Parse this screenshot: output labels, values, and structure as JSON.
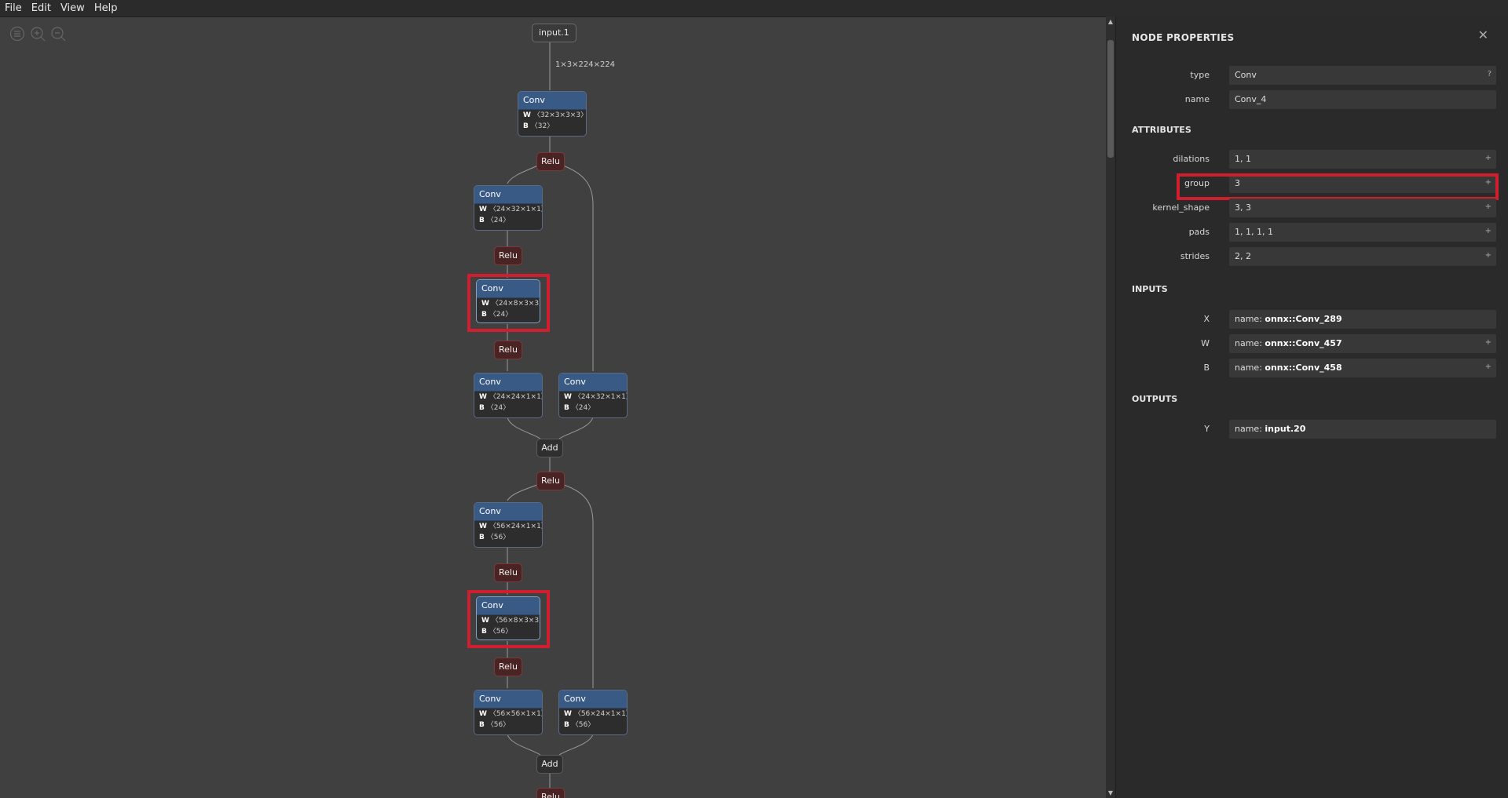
{
  "menu": {
    "file": "File",
    "edit": "Edit",
    "view": "View",
    "help": "Help"
  },
  "graph": {
    "input_label": "input.1",
    "input_shape": "1×3×224×224",
    "nodes": [
      {
        "type": "Conv",
        "w": "〈32×3×3×3〉",
        "b": "〈32〉"
      },
      {
        "type": "Conv",
        "w": "〈24×32×1×1〉",
        "b": "〈24〉"
      },
      {
        "type": "Conv",
        "w": "〈24×8×3×3〉",
        "b": "〈24〉"
      },
      {
        "type": "Conv",
        "w": "〈24×24×1×1〉",
        "b": "〈24〉"
      },
      {
        "type": "Conv",
        "w": "〈24×32×1×1〉",
        "b": "〈24〉"
      },
      {
        "type": "Conv",
        "w": "〈56×24×1×1〉",
        "b": "〈56〉"
      },
      {
        "type": "Conv",
        "w": "〈56×8×3×3〉",
        "b": "〈56〉"
      },
      {
        "type": "Conv",
        "w": "〈56×56×1×1〉",
        "b": "〈56〉"
      },
      {
        "type": "Conv",
        "w": "〈56×24×1×1〉",
        "b": "〈56〉"
      }
    ],
    "w_label": "W",
    "b_label": "B",
    "relu_label": "Relu",
    "add_label": "Add"
  },
  "panel": {
    "title": "NODE PROPERTIES",
    "close": "✕",
    "props": [
      {
        "label": "type",
        "value": "Conv",
        "exp": "?"
      },
      {
        "label": "name",
        "value": "Conv_4",
        "exp": ""
      }
    ],
    "attributes_title": "ATTRIBUTES",
    "attributes": [
      {
        "label": "dilations",
        "value": "1, 1",
        "exp": "+"
      },
      {
        "label": "group",
        "value": "3",
        "exp": "+"
      },
      {
        "label": "kernel_shape",
        "value": "3, 3",
        "exp": "+"
      },
      {
        "label": "pads",
        "value": "1, 1, 1, 1",
        "exp": "+"
      },
      {
        "label": "strides",
        "value": "2, 2",
        "exp": "+"
      }
    ],
    "inputs_title": "INPUTS",
    "inputs": [
      {
        "label": "X",
        "prefix": "name: ",
        "value": "onnx::Conv_289",
        "exp": ""
      },
      {
        "label": "W",
        "prefix": "name: ",
        "value": "onnx::Conv_457",
        "exp": "+"
      },
      {
        "label": "B",
        "prefix": "name: ",
        "value": "onnx::Conv_458",
        "exp": "+"
      }
    ],
    "outputs_title": "OUTPUTS",
    "outputs": [
      {
        "label": "Y",
        "prefix": "name: ",
        "value": "input.20",
        "exp": ""
      }
    ]
  },
  "colors": {
    "highlight": "#d01e2e",
    "conv_header": "#3a5a86",
    "relu": "#4a2424"
  }
}
